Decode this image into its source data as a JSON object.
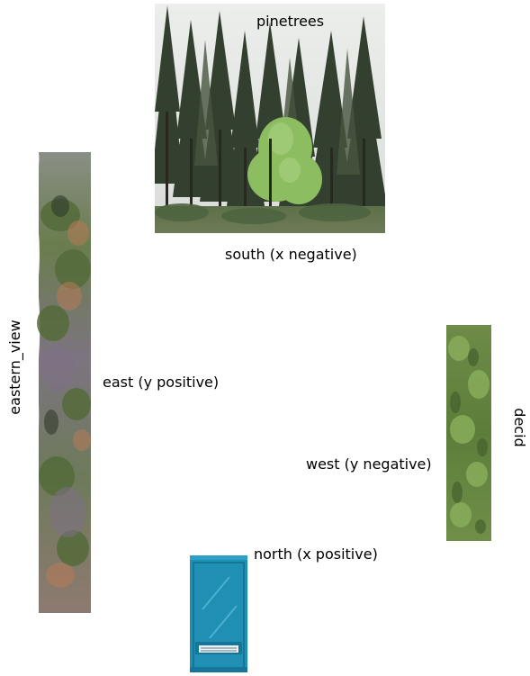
{
  "labels": {
    "pinetrees": "pinetrees",
    "south": "south (x negative)",
    "eastern_view": "eastern_view",
    "east": "east (y positive)",
    "west": "west (y negative)",
    "decid": "decid",
    "north": "north (x positive)"
  },
  "colors": {
    "background": "#ffffff",
    "sky": "#e6e8e6",
    "pine_dark": "#2f3a2c",
    "pine_mid": "#3f4c38",
    "bright_tree": "#8fbf63",
    "forest_green": "#5f7f3e",
    "autumn_orange": "#b87a58",
    "haze_purple": "#7d6f86",
    "door_blue": "#1f8fb4",
    "door_blue_dark": "#157699"
  }
}
